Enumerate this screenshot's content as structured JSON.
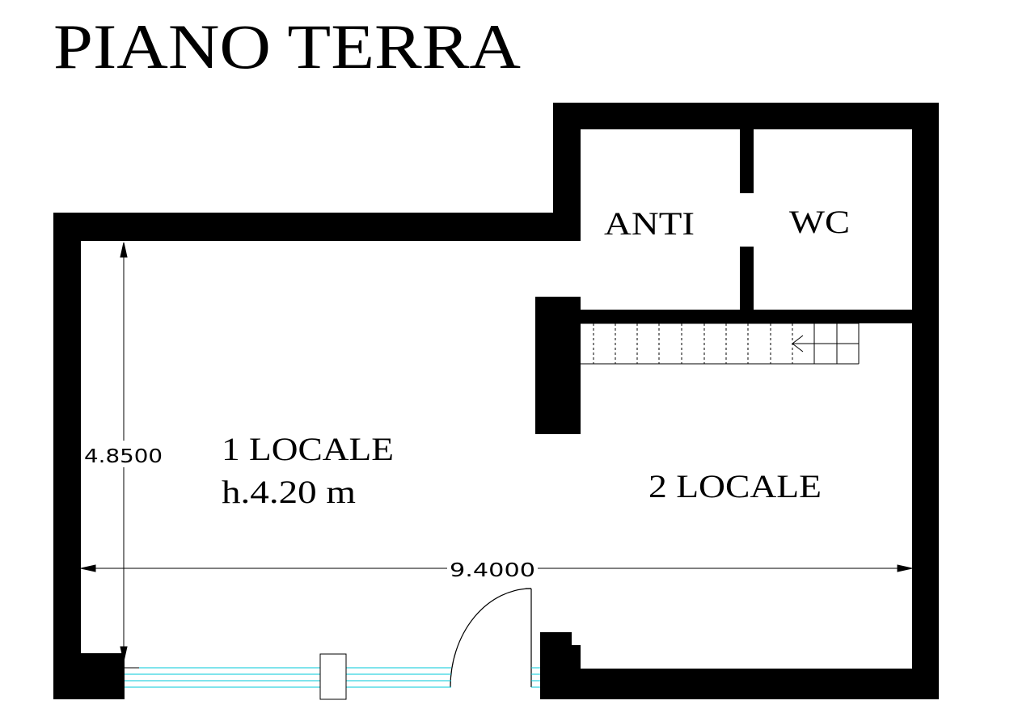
{
  "title": "PIANO TERRA",
  "rooms": {
    "anti": "ANTI",
    "wc": "WC",
    "locale_1": "1 LOCALE",
    "locale_1_height": "h.4.20 m",
    "locale_2": "2 LOCALE"
  },
  "dimensions": {
    "vertical": "4.8500",
    "horizontal": "9.4000"
  },
  "colors": {
    "wall": "#000000",
    "line": "#000000",
    "window": "#00c8d8",
    "background": "#ffffff"
  }
}
